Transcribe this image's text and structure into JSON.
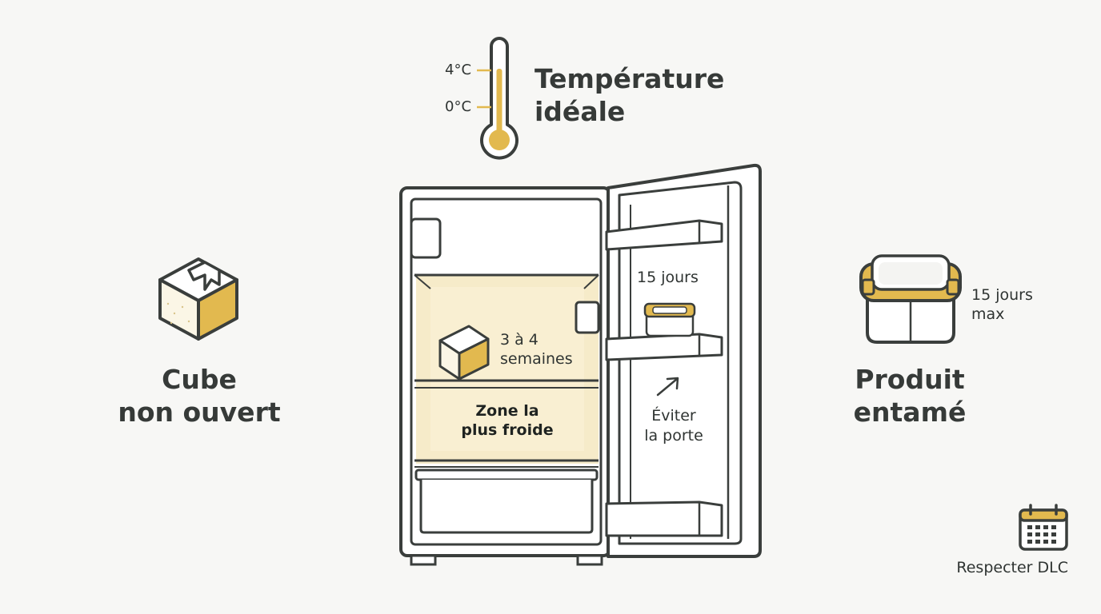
{
  "temperature": {
    "tick_high": "4°C",
    "tick_low": "0°C",
    "title_line1": "Température",
    "title_line2": "idéale"
  },
  "cube": {
    "title_line1": "Cube",
    "title_line2": "non ouvert",
    "icon": "butter-cube-icon"
  },
  "opened": {
    "title_line1": "Produit",
    "title_line2": "entamé",
    "duration_line1": "15 jours",
    "duration_line2": "max",
    "icon": "food-container-icon"
  },
  "fridge": {
    "shelf_duration_line1": "3 à 4",
    "shelf_duration_line2": "semaines",
    "cold_zone_line1": "Zone la",
    "cold_zone_line2": "plus froide",
    "door_duration": "15 jours",
    "door_warning_line1": "Éviter",
    "door_warning_line2": "la porte"
  },
  "dlc": {
    "label": "Respecter DLC",
    "icon": "calendar-icon"
  },
  "colors": {
    "accent": "#e2b94f",
    "accent_light": "#f6ebc6",
    "stroke": "#3a3e3c",
    "background": "#f7f7f5"
  }
}
